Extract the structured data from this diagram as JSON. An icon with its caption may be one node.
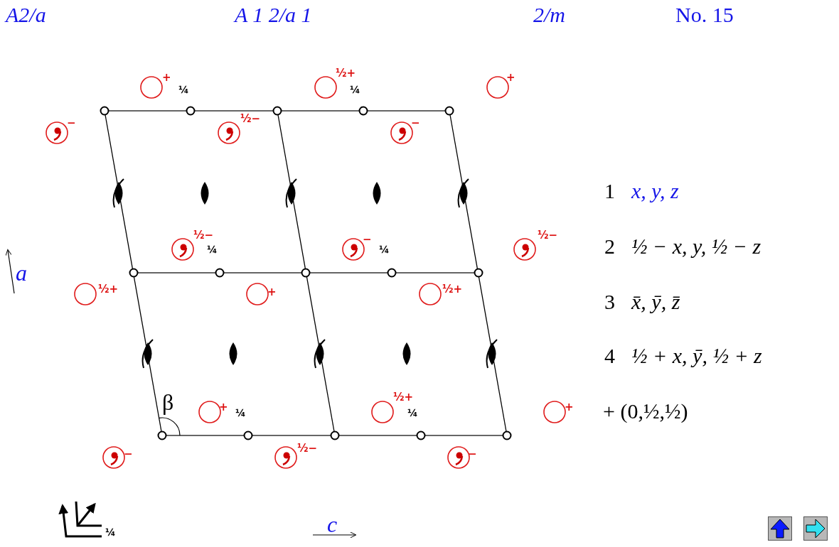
{
  "diagram": {
    "labels": [
      "A2/a",
      "A 1 2/a 1",
      "2/m",
      "No. 15",
      "+",
      "¼",
      "½+",
      "¼",
      "+",
      "−",
      "½−",
      "−",
      "1",
      "x, y, z",
      "½−",
      "¼",
      "−",
      "¼",
      "½−",
      "2",
      "½ − x, y, ½ − z",
      "a",
      "½+",
      "+",
      "½+",
      "3",
      "x̄, ȳ, z̄",
      "4",
      "½ + x, ȳ, ½ + z",
      "β",
      "+",
      "¼",
      "½+",
      "¼",
      "+",
      "+ (0,½,½)",
      "−",
      "½−",
      "−",
      "¼",
      "c"
    ]
  }
}
